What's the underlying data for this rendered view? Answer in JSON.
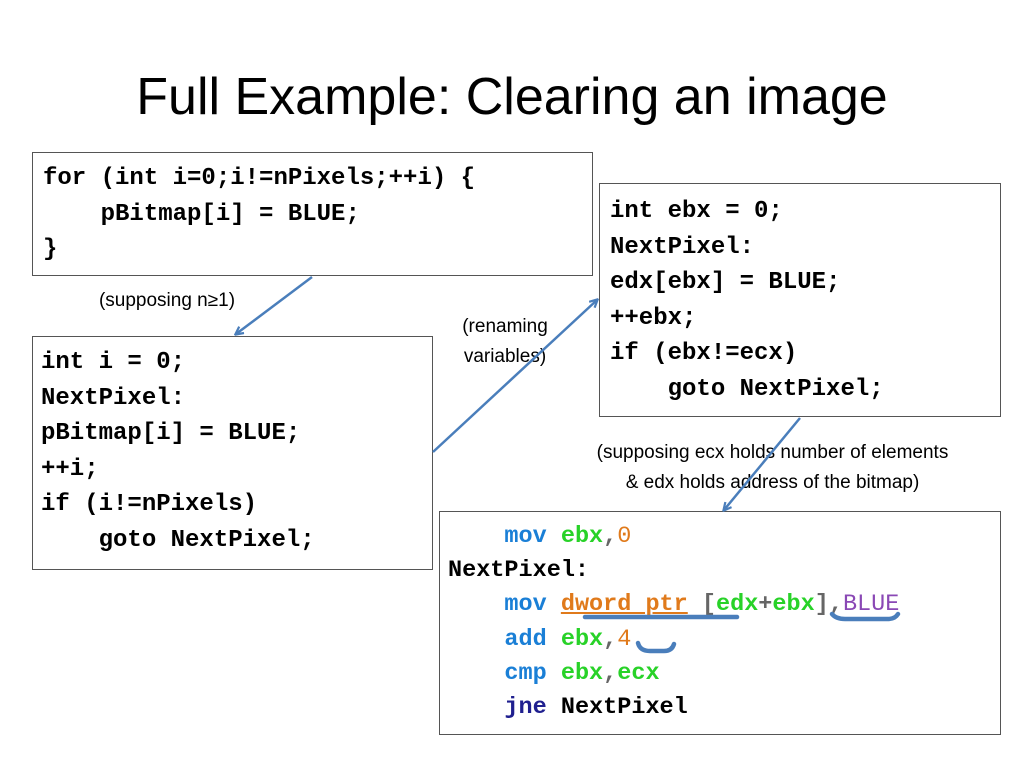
{
  "slide": {
    "title": "Full Example: Clearing an image"
  },
  "box_c_loop": {
    "lines": [
      "for (int i=0;i!=nPixels;++i) {",
      "    pBitmap[i] = BLUE;",
      "}"
    ]
  },
  "box_goto": {
    "lines": [
      "int i = 0;",
      "NextPixel:",
      "pBitmap[i] = BLUE;",
      "++i;",
      "if (i!=nPixels)",
      "    goto NextPixel;"
    ]
  },
  "box_renamed": {
    "lines": [
      "int ebx = 0;",
      "NextPixel:",
      "edx[ebx] = BLUE;",
      "++ebx;",
      "if (ebx!=ecx)",
      "    goto NextPixel;"
    ]
  },
  "box_asm": {
    "indent": "    ",
    "line1": {
      "op": "mov",
      "reg": "ebx",
      "comma": ",",
      "val": "0"
    },
    "label": "NextPixel:",
    "line3": {
      "op": "mov",
      "ptr": "dword ptr",
      "lbr": "[",
      "reg1": "edx",
      "plus": "+",
      "reg2": "ebx",
      "rbr": "]",
      "comma": ",",
      "val": "BLUE"
    },
    "line4": {
      "op": "add",
      "reg": "ebx",
      "comma": ",",
      "val": "4"
    },
    "line5": {
      "op": "cmp",
      "reg1": "ebx",
      "comma": ",",
      "reg2": "ecx"
    },
    "line6": {
      "op": "jne",
      "target": "NextPixel"
    }
  },
  "notes": {
    "supposing_n": "(supposing n≥1)",
    "renaming_1": "(renaming",
    "renaming_2": "variables)",
    "supposing_ecx_1": "(supposing ecx holds number of elements",
    "supposing_ecx_2": "& edx holds address of the bitmap)"
  },
  "colors": {
    "arrow": "#4a7ebb",
    "mnemonic": "#1a7fd6",
    "jump_mnemonic": "#1f1f8f",
    "register": "#28d228",
    "immediate": "#e07a1b",
    "constant": "#8a48b5"
  }
}
